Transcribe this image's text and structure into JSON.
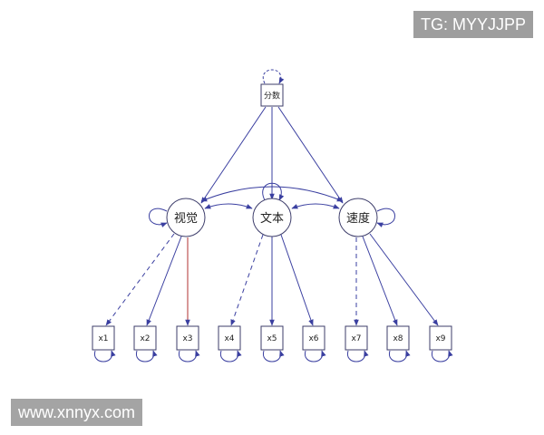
{
  "watermarks": {
    "top": "TG: MYYJJPP",
    "bottom": "www.xnnyx.com"
  },
  "colors": {
    "edge": "#3a3fa0",
    "highlight_edge": "#b03030",
    "node_stroke": "#3c3c6a"
  },
  "diagram": {
    "nodes": {
      "score": "分数",
      "visual": "视觉",
      "text": "文本",
      "speed": "速度",
      "indicators": [
        "x1",
        "x2",
        "x3",
        "x4",
        "x5",
        "x6",
        "x7",
        "x8",
        "x9"
      ]
    },
    "edges": [
      {
        "from": "score",
        "to": "visual",
        "style": "solid"
      },
      {
        "from": "score",
        "to": "text",
        "style": "solid"
      },
      {
        "from": "score",
        "to": "speed",
        "style": "solid"
      },
      {
        "from": "visual",
        "to": "speed",
        "style": "solid",
        "type": "covariance"
      },
      {
        "from": "visual",
        "to": "text",
        "style": "solid",
        "type": "covariance"
      },
      {
        "from": "text",
        "to": "speed",
        "style": "solid",
        "type": "covariance"
      },
      {
        "from": "visual",
        "to": "x1",
        "style": "dashed"
      },
      {
        "from": "visual",
        "to": "x2",
        "style": "solid"
      },
      {
        "from": "visual",
        "to": "x3",
        "style": "solid",
        "highlight": true
      },
      {
        "from": "text",
        "to": "x4",
        "style": "dashed"
      },
      {
        "from": "text",
        "to": "x5",
        "style": "solid"
      },
      {
        "from": "text",
        "to": "x6",
        "style": "solid"
      },
      {
        "from": "speed",
        "to": "x7",
        "style": "dashed"
      },
      {
        "from": "speed",
        "to": "x8",
        "style": "solid"
      },
      {
        "from": "speed",
        "to": "x9",
        "style": "solid"
      }
    ]
  }
}
